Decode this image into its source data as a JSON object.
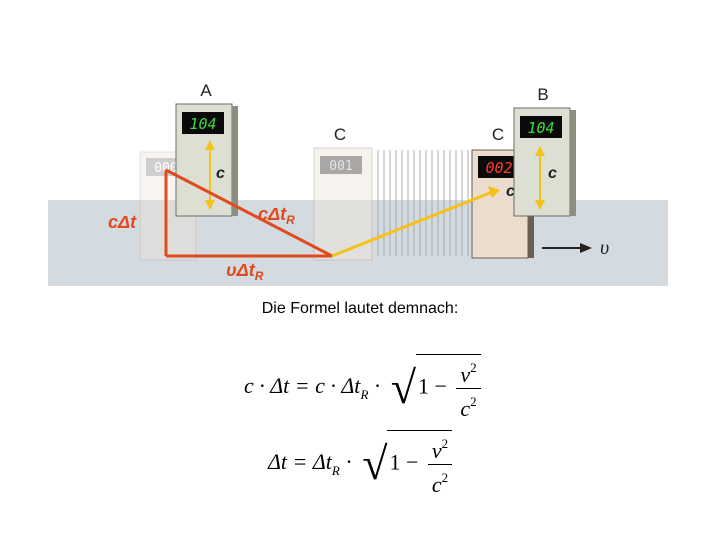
{
  "figure": {
    "clock_a_label": "A",
    "clock_b_label": "B",
    "clock_c_label_left": "C",
    "clock_c_label_right": "C",
    "clock_a_reading": "104",
    "clock_b_reading": "104",
    "clock_c_start_reading": "000",
    "clock_c_mid_reading": "001",
    "clock_c_end_reading": "002",
    "arrow_c_label_a": "c",
    "arrow_c_label_moving": "c",
    "arrow_c_label_b": "c",
    "label_c_delta_t": "cΔt",
    "label_c_delta_tr": "cΔt",
    "label_c_delta_tr_sub": "R",
    "label_v_delta_tr": "υΔt",
    "label_v_delta_tr_sub": "R",
    "velocity_label": "υ",
    "colors": {
      "background_band": "#d4dbe0",
      "red_path": "#e04a1e",
      "yellow_path": "#f4c21a",
      "clock_green": "#3ddc3d",
      "clock_red": "#ff3a2e",
      "display_bg": "#0a0a0a"
    }
  },
  "caption": "Die Formel lautet demnach:",
  "equations": {
    "eq1": {
      "lhs": "c · Δt = c · Δt",
      "lhs_sub": "R",
      "dot": "·",
      "one_minus": "1 −",
      "num": "v",
      "num_sup": "2",
      "den": "c",
      "den_sup": "2"
    },
    "eq2": {
      "lhs": "Δt = Δt",
      "lhs_sub": "R",
      "dot": "·",
      "one_minus": "1 −",
      "num": "v",
      "num_sup": "2",
      "den": "c",
      "den_sup": "2"
    }
  }
}
